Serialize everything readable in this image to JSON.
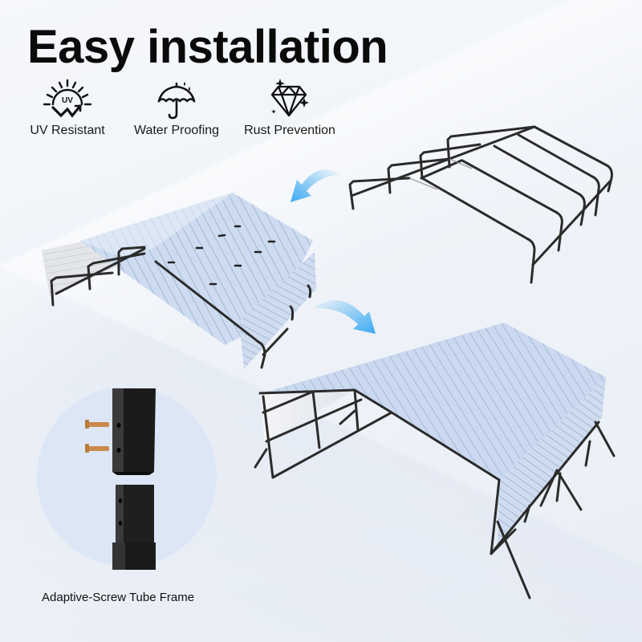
{
  "header": {
    "title": "Easy installation"
  },
  "features": [
    {
      "icon": "uv-sun-icon",
      "label": "UV Resistant"
    },
    {
      "icon": "umbrella-rain-icon",
      "label": "Water Proofing"
    },
    {
      "icon": "diamond-sparkle-icon",
      "label": "Rust Prevention"
    }
  ],
  "steps": [
    {
      "name": "bare-frame",
      "description": "Steel tube frame assembled"
    },
    {
      "name": "panels-installing",
      "description": "Roof and side panels being attached"
    },
    {
      "name": "finished-carport",
      "description": "Completed metal carport"
    }
  ],
  "detail": {
    "caption": "Adaptive-Screw Tube Frame"
  },
  "colors": {
    "frame": "#2b2b2b",
    "panel": "#c9d8ee",
    "panel_line": "#8ea4c4",
    "arrow": "#3aa9f2",
    "circle_bg": "#dde6f5",
    "screw": "#c98a4b",
    "text": "#0a0a0a"
  }
}
